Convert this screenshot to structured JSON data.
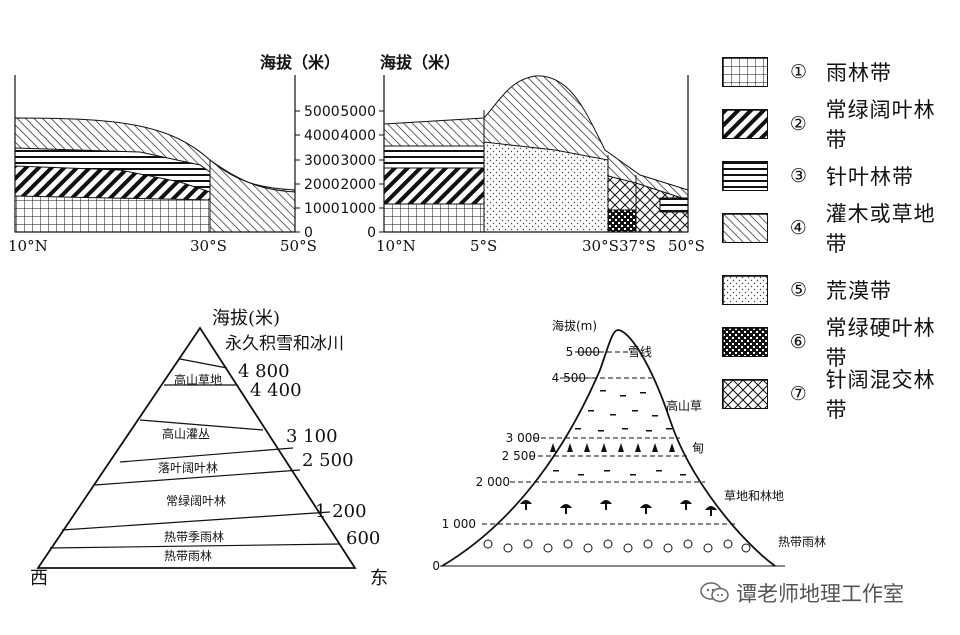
{
  "profile1": {
    "y_title": "海拔（米）",
    "y_ticks": [
      "5000",
      "4000",
      "3000",
      "2000",
      "1000",
      "0"
    ],
    "x_ticks": [
      "10°N",
      "30°S",
      "50°S"
    ]
  },
  "profile2": {
    "y_title": "海拔（米）",
    "y_ticks": [
      "5000",
      "4000",
      "3000",
      "2000",
      "1000",
      "0"
    ],
    "x_ticks": [
      "10°N",
      "5°S",
      "30°S",
      "37°S",
      "50°S"
    ]
  },
  "legend": [
    {
      "num": "①",
      "label": "雨林带",
      "pattern": "rainforest"
    },
    {
      "num": "②",
      "label": "常绿阔叶林带",
      "pattern": "evergreen-broadleaf"
    },
    {
      "num": "③",
      "label": "针叶林带",
      "pattern": "coniferous"
    },
    {
      "num": "④",
      "label": "灌木或草地带",
      "pattern": "shrub-grass"
    },
    {
      "num": "⑤",
      "label": "荒漠带",
      "pattern": "desert"
    },
    {
      "num": "⑥",
      "label": "常绿硬叶林带",
      "pattern": "sclerophyll"
    },
    {
      "num": "⑦",
      "label": "针阔混交林带",
      "pattern": "mixed-forest"
    }
  ],
  "pyramid": {
    "title": "海拔(米)",
    "zones": [
      "永久积雪和冰川",
      "高山草地",
      "高山灌丛",
      "落叶阔叶林",
      "常绿阔叶林",
      "热带季雨林",
      "热带雨林"
    ],
    "elevations": [
      "4 800",
      "4 400",
      "3 100",
      "2 500",
      "1 200",
      "600"
    ],
    "west": "西",
    "east": "东"
  },
  "mountain": {
    "title": "海拔(m)",
    "y_ticks": [
      "5 000",
      "4 500",
      "3 000",
      "2 500",
      "2 000",
      "1 000",
      "0"
    ],
    "zones": [
      "雪线",
      "高山草",
      "甸",
      "草地和林地",
      "热带雨林"
    ]
  },
  "watermark": "谭老师地理工作室"
}
